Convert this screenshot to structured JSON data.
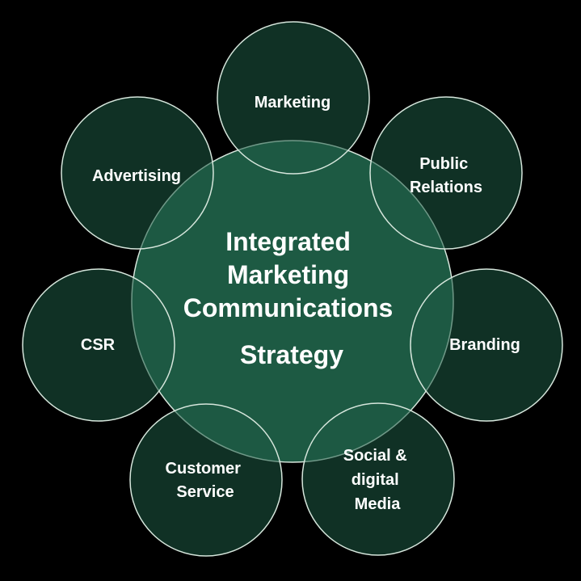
{
  "center": {
    "lines": [
      "Integrated",
      "Marketing",
      "Communications",
      "Strategy"
    ],
    "color": "#1d5a43"
  },
  "outer_nodes": [
    {
      "id": "marketing",
      "lines": [
        "Marketing"
      ]
    },
    {
      "id": "public-relations",
      "lines": [
        "Public",
        "Relations"
      ]
    },
    {
      "id": "branding",
      "lines": [
        "Branding"
      ]
    },
    {
      "id": "social-digital-media",
      "lines": [
        "Social &",
        "digital",
        "Media"
      ]
    },
    {
      "id": "customer-service",
      "lines": [
        "Customer",
        "Service"
      ]
    },
    {
      "id": "csr",
      "lines": [
        "CSR"
      ]
    },
    {
      "id": "advertising",
      "lines": [
        "Advertising"
      ]
    }
  ],
  "colors": {
    "background": "#000000",
    "node_fill": "#1d5a43",
    "overlap_fill": "#27866a",
    "outline": "#d6e6dc",
    "text": "#ffffff"
  }
}
